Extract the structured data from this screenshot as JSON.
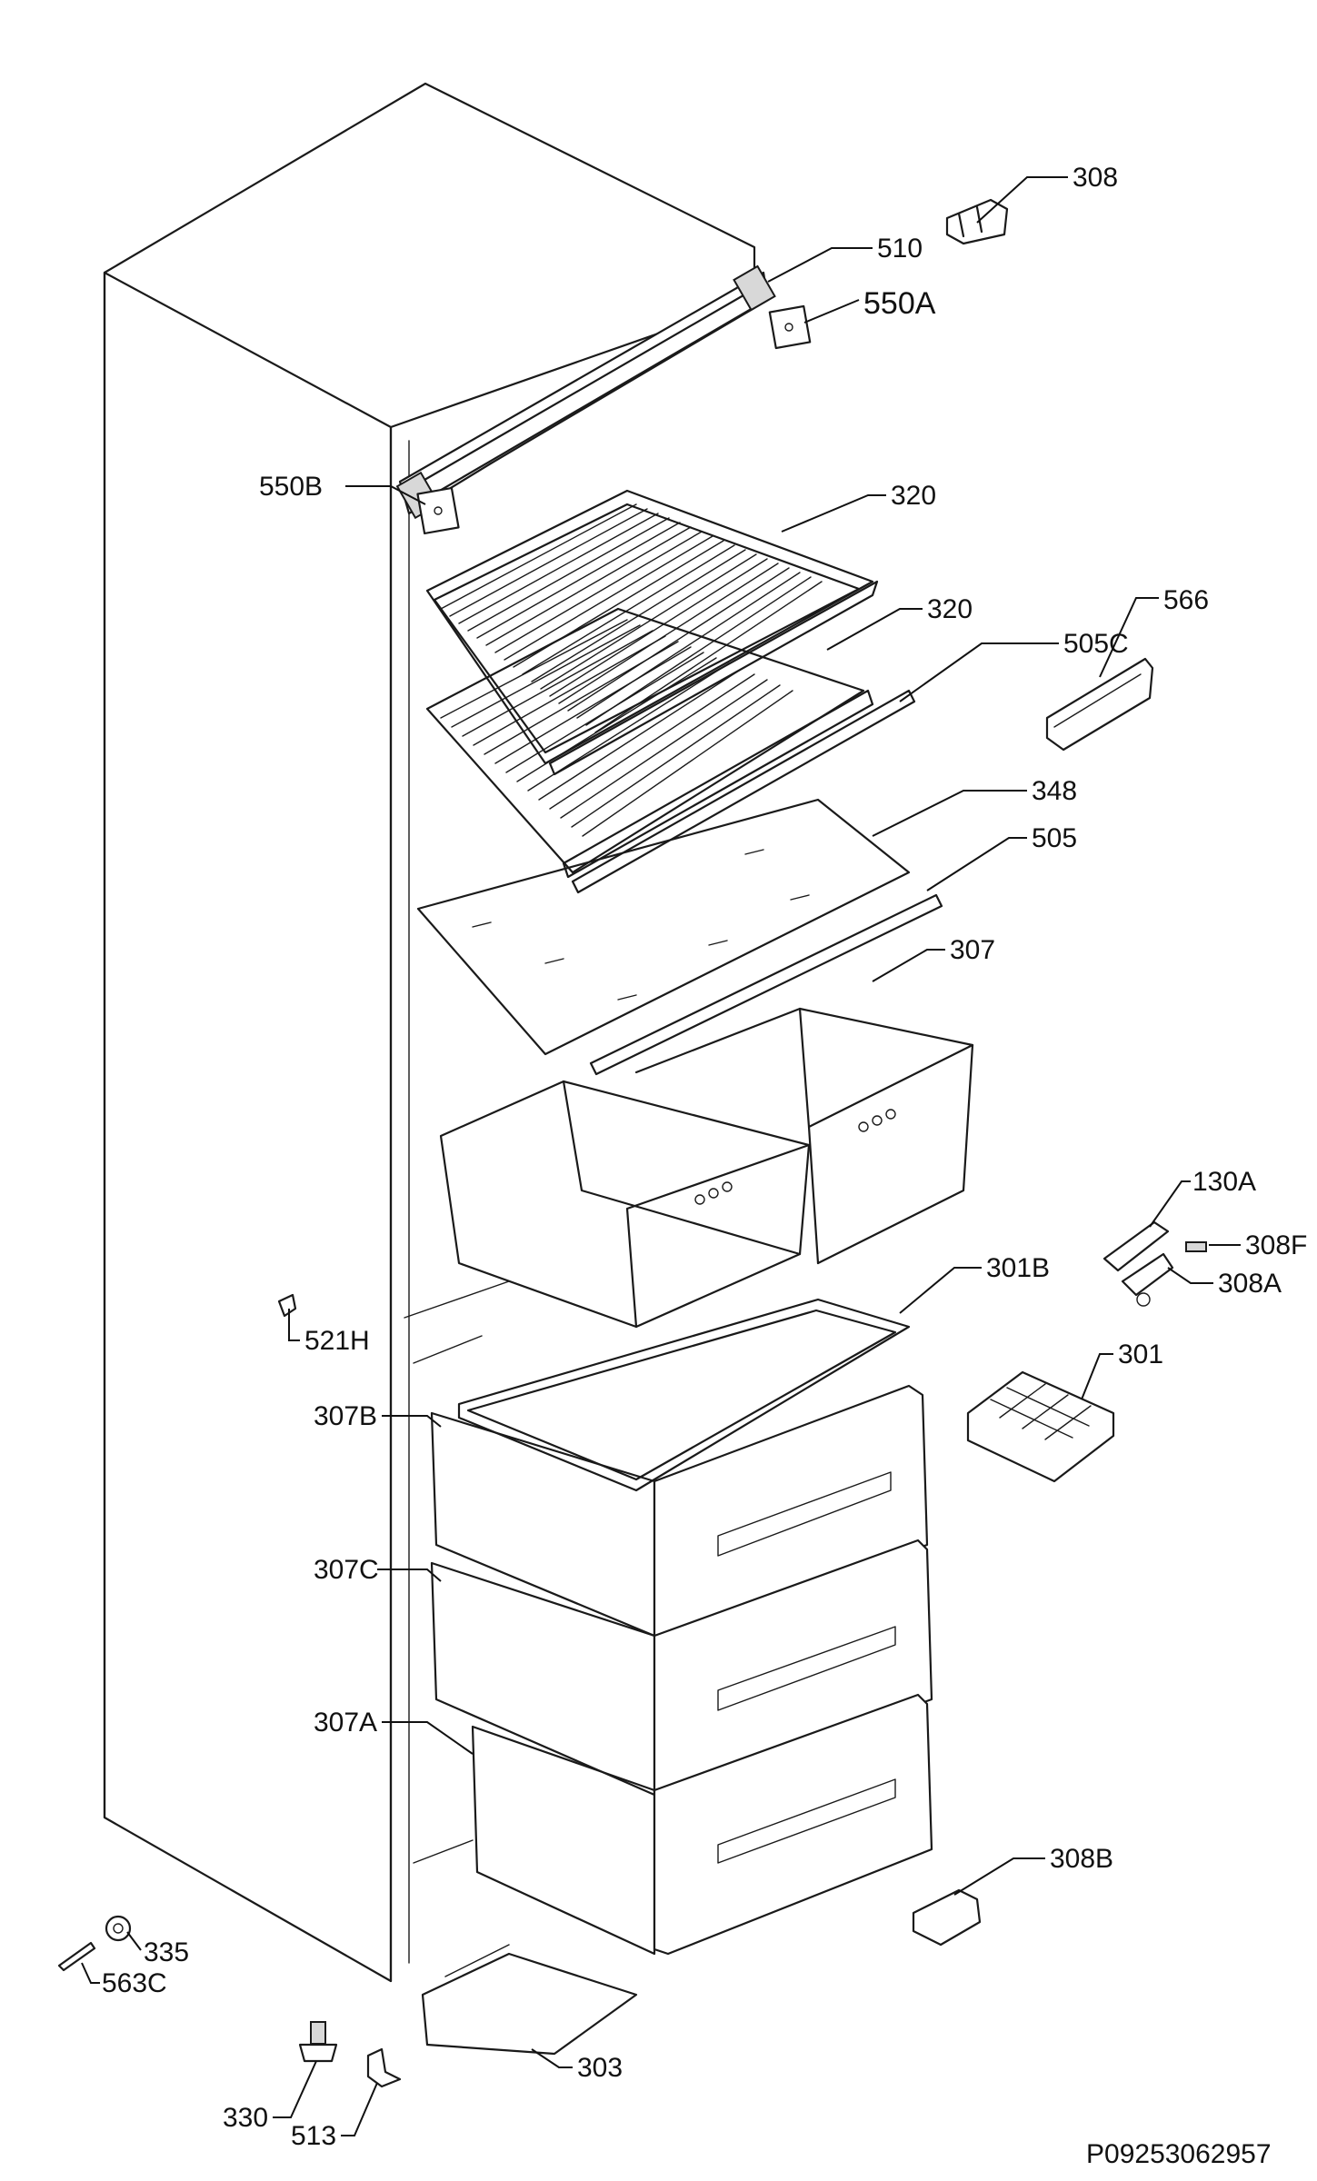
{
  "labels": {
    "p308": "308",
    "p510": "510",
    "p550A": "550A",
    "p550B": "550B",
    "p320a": "320",
    "p320b": "320",
    "p566": "566",
    "p505C": "505C",
    "p348": "348",
    "p505": "505",
    "p307": "307",
    "p130A": "130A",
    "p308F": "308F",
    "p308A": "308A",
    "p521H": "521H",
    "p301B": "301B",
    "p301": "301",
    "p307B": "307B",
    "p307C": "307C",
    "p307A": "307A",
    "p308B": "308B",
    "p335": "335",
    "p563C": "563C",
    "p330": "330",
    "p513": "513",
    "p303": "303"
  },
  "reference": "P09253062957"
}
